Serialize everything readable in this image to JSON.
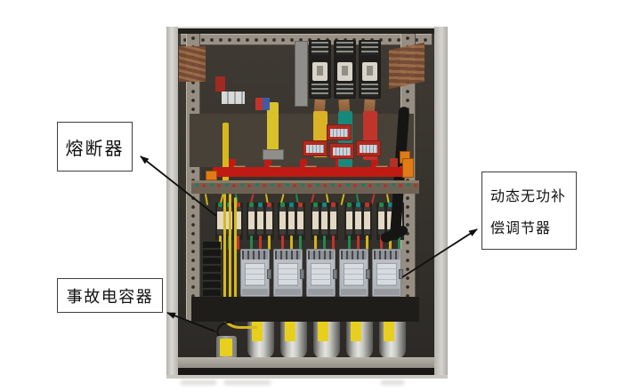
{
  "figure": {
    "annotations": {
      "fuse": "熔断器",
      "regulator_line1": "动态无功补",
      "regulator_line2": "偿调节器",
      "capacitor": "事故电容器"
    },
    "photo": {
      "subject": "reactive-power compensation cabinet interior photo",
      "main_fuse_count": 3,
      "branch_fuse_group_count": 6,
      "fuses_per_group": 3,
      "contactor_count": 5,
      "capacitor_count": 5,
      "auxiliary_capacitor_count": 1,
      "fan_wire_count": 13
    },
    "palette": {
      "page_bg": "#ffffff",
      "label_box_border": "#3e3e3e",
      "arrow": "#101010",
      "cabinet_frame": "#c6c4c0",
      "cabinet_interior": "#37332e",
      "phase_yellow": "#d9b225",
      "phase_green": "#17897b",
      "phase_red": "#c1342b",
      "busbar_red": "#c01a14",
      "bracket_orange": "#e07b16",
      "capacitor_label_yellow": "#e8cf1d",
      "contactor_gray": "#b7bbbf",
      "copper": "#8a5638",
      "wire_yellow": "#d2b31c",
      "wire_green": "#1f8a4c",
      "wire_red": "#c1342b"
    }
  }
}
